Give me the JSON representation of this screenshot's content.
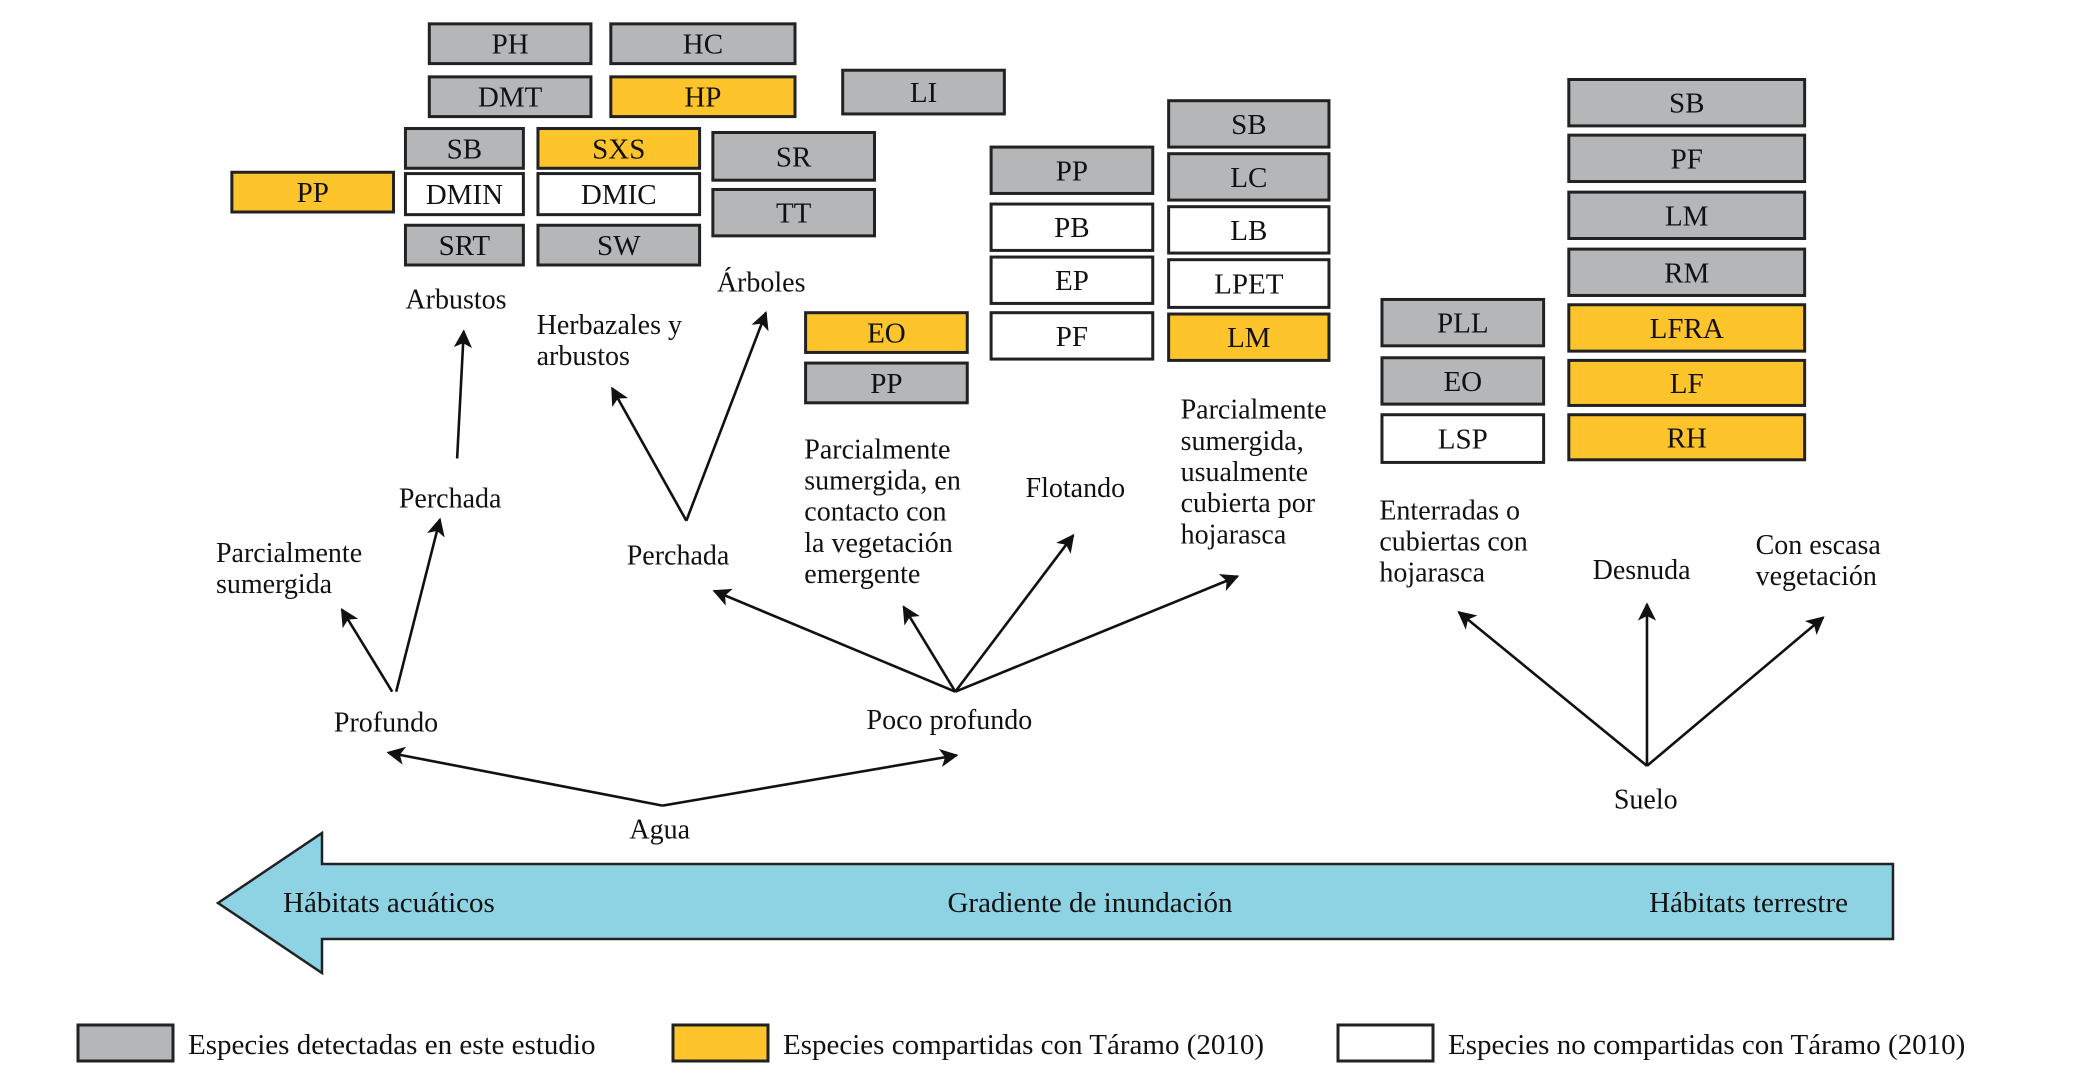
{
  "colors": {
    "detected": "#b4b6b7",
    "shared": "#fdc42c",
    "not_shared": "#ffffff",
    "gradient_arrow": "#8dd3e3"
  },
  "species_groups": {
    "arbustos_perchada": [
      {
        "code": "PH",
        "status": "detected"
      },
      {
        "code": "HC",
        "status": "detected"
      },
      {
        "code": "DMT",
        "status": "detected"
      },
      {
        "code": "HP",
        "status": "shared"
      },
      {
        "code": "SB",
        "status": "detected"
      },
      {
        "code": "SXS",
        "status": "shared"
      },
      {
        "code": "DMIN",
        "status": "not_shared"
      },
      {
        "code": "DMIC",
        "status": "not_shared"
      },
      {
        "code": "SRT",
        "status": "detected"
      },
      {
        "code": "SW",
        "status": "detected"
      }
    ],
    "parcialmente_sumergida_profundo": [
      {
        "code": "PP",
        "status": "shared"
      }
    ],
    "arboles": [
      {
        "code": "LI",
        "status": "detected"
      },
      {
        "code": "SR",
        "status": "detected"
      },
      {
        "code": "TT",
        "status": "detected"
      }
    ],
    "contacto_vegetacion_emergente": [
      {
        "code": "EO",
        "status": "shared"
      },
      {
        "code": "PP",
        "status": "detected"
      }
    ],
    "flotando": [
      {
        "code": "PP",
        "status": "detected"
      },
      {
        "code": "PB",
        "status": "not_shared"
      },
      {
        "code": "EP",
        "status": "not_shared"
      },
      {
        "code": "PF",
        "status": "not_shared"
      }
    ],
    "cubierta_hojarasca_agua": [
      {
        "code": "SB",
        "status": "detected"
      },
      {
        "code": "LC",
        "status": "detected"
      },
      {
        "code": "LB",
        "status": "not_shared"
      },
      {
        "code": "LPET",
        "status": "not_shared"
      },
      {
        "code": "LM",
        "status": "shared"
      }
    ],
    "enterradas_hojarasca": [
      {
        "code": "PLL",
        "status": "detected"
      },
      {
        "code": "EO",
        "status": "detected"
      },
      {
        "code": "LSP",
        "status": "not_shared"
      }
    ],
    "suelo_vegetacion": [
      {
        "code": "SB",
        "status": "detected"
      },
      {
        "code": "PF",
        "status": "detected"
      },
      {
        "code": "LM",
        "status": "detected"
      },
      {
        "code": "RM",
        "status": "detected"
      },
      {
        "code": "LFRA",
        "status": "shared"
      },
      {
        "code": "LF",
        "status": "shared"
      },
      {
        "code": "RH",
        "status": "shared"
      }
    ]
  },
  "labels": {
    "arbustos": [
      "Arbustos"
    ],
    "herbazales": [
      "Herbazales y",
      "arbustos"
    ],
    "arboles": [
      "Árboles"
    ],
    "perchada_left": [
      "Perchada"
    ],
    "parcialmente_sumergida": [
      "Parcialmente",
      "sumergida"
    ],
    "profundo": [
      "Profundo"
    ],
    "perchada_mid": [
      "Perchada"
    ],
    "contacto": [
      "Parcialmente",
      "sumergida, en",
      "contacto con",
      "la vegetación",
      "emergente"
    ],
    "flotando": [
      "Flotando"
    ],
    "usualmente": [
      "Parcialmente",
      "sumergida,",
      "usualmente",
      "cubierta por",
      "hojarasca"
    ],
    "poco_profundo": [
      "Poco profundo"
    ],
    "agua": [
      "Agua"
    ],
    "enterradas": [
      "Enterradas o",
      "cubiertas con",
      "hojarasca"
    ],
    "desnuda": [
      "Desnuda"
    ],
    "escasa": [
      "Con escasa",
      "vegetación"
    ],
    "suelo": [
      "Suelo"
    ]
  },
  "gradient": {
    "left": "Hábitats acuáticos",
    "center": "Gradiente de inundación",
    "right": "Hábitats terrestre"
  },
  "legend": [
    {
      "status": "detected",
      "text": "Especies detectadas en este estudio"
    },
    {
      "status": "shared",
      "text": "Especies compartidas con Táramo (2010)"
    },
    {
      "status": "not_shared",
      "text": "Especies no compartidas con Táramo (2010)"
    }
  ]
}
